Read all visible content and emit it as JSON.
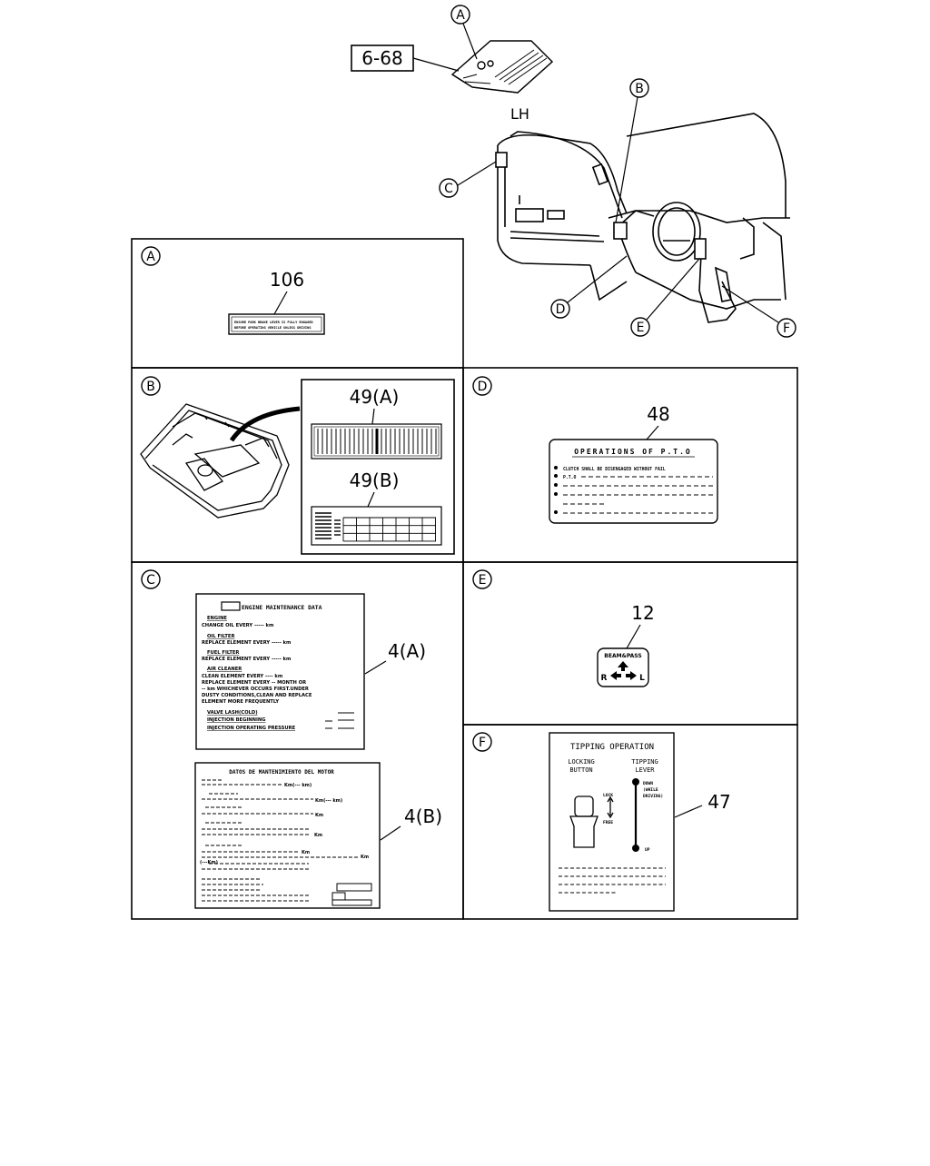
{
  "callouts": {
    "a": "A",
    "b": "B",
    "c": "C",
    "d": "D",
    "e": "E",
    "f": "F"
  },
  "overview": {
    "ref_box": "6-68",
    "side_label": "LH"
  },
  "panel_a": {
    "letter": "A",
    "part_no": "106",
    "label_line1": "ENSURE PARK BRAKE LEVER IS FULLY ENGAGED",
    "label_line2": "BEFORE OPERATING VEHICLE UNLESS DRIVING"
  },
  "panel_b": {
    "letter": "B",
    "part_a": "49(A)",
    "part_b": "49(B)"
  },
  "panel_c": {
    "letter": "C",
    "part_a": "4(A)",
    "part_b": "4(B)",
    "label_a": {
      "title": "ENGINE MAINTENANCE DATA",
      "lines": [
        "ENGINE",
        "CHANGE OIL EVERY ----- km",
        "OIL FILTER",
        "REPLACE ELEMENT EVERY ----- km",
        "FUEL FILTER",
        "REPLACE ELEMENT EVERY ----- km",
        "AIR CLEANER",
        "CLEAN ELEMENT EVERY ---- km",
        "REPLACE ELEMENT EVERY -- MONTH OR",
        "-- km WHICHEVER OCCURS FIRST.UNDER",
        "DUSTY CONDITIONS,CLEAN AND REPLACE",
        "ELEMENT MORE FREQUENTLY",
        "VALVE LASH(COLD)",
        "INJECTION BEGINNING",
        "INJECTION OPERATING PRESSURE"
      ]
    },
    "label_b": {
      "title": "DATOS DE MANTENIMIENTO DEL MOTOR",
      "lines": [
        "Km(--- km)",
        "Km(--- km)",
        "Km",
        "Km",
        "Km",
        "Km",
        "(---Km)"
      ]
    }
  },
  "panel_d": {
    "letter": "D",
    "part_no": "48",
    "label_title": "OPERATIONS OF P.T.O",
    "label_lines": [
      "CLUTCH SHALL BE DISENGAGED WITHOUT FAIL",
      "P.T.O"
    ]
  },
  "panel_e": {
    "letter": "E",
    "part_no": "12",
    "label_title": "BEAM&PASS",
    "left": "R",
    "right": "L"
  },
  "panel_f": {
    "letter": "F",
    "part_no": "47",
    "label_title": "TIPPING OPERATION",
    "col1_line1": "LOCKING",
    "col1_line2": "BUTTON",
    "col2_line1": "TIPPING",
    "col2_line2": "LEVER",
    "lock": "LOCK",
    "free": "FREE",
    "down1": "DOWN",
    "down2": "(WHILE",
    "down3": "DRIVING)",
    "up": "UP"
  }
}
